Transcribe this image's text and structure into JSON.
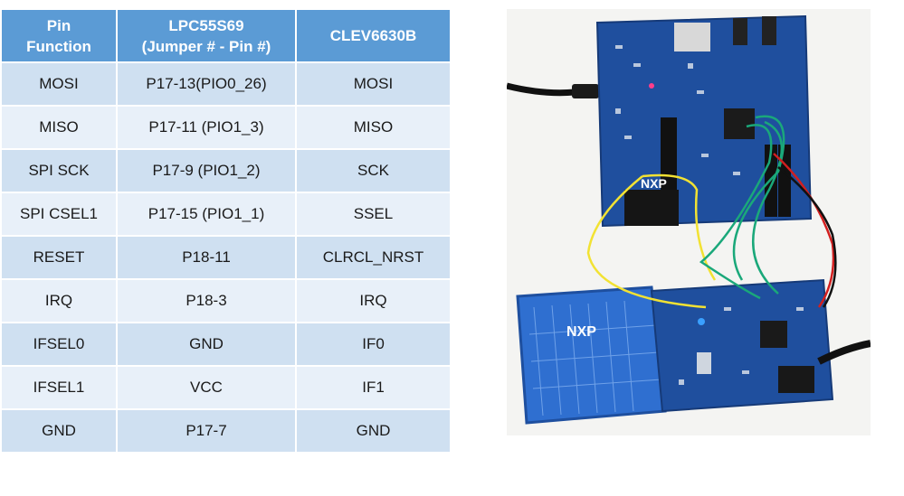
{
  "table": {
    "headers": [
      "Pin\nFunction",
      "LPC55S69\n(Jumper # - Pin #)",
      "CLEV6630B"
    ],
    "rows": [
      [
        "MOSI",
        "P17-13(PIO0_26)",
        "MOSI"
      ],
      [
        "MISO",
        "P17-11 (PIO1_3)",
        "MISO"
      ],
      [
        "SPI SCK",
        "P17-9 (PIO1_2)",
        "SCK"
      ],
      [
        "SPI CSEL1",
        "P17-15 (PIO1_1)",
        "SSEL"
      ],
      [
        "RESET",
        "P18-11",
        "CLRCL_NRST"
      ],
      [
        "IRQ",
        "P18-3",
        "IRQ"
      ],
      [
        "IFSEL0",
        "GND",
        "IF0"
      ],
      [
        "IFSEL1",
        "VCC",
        "IF1"
      ],
      [
        "GND",
        "P17-7",
        "GND"
      ]
    ]
  },
  "photo": {
    "board_logo_top": "NXP",
    "board_logo_bottom": "NXP",
    "colors": {
      "header_fill": "#5b9bd5",
      "row_dark": "#cfe0f1",
      "row_light": "#e8f0f9",
      "board_blue": "#1f4f9e",
      "antenna_blue": "#2f6fd0",
      "wire_yellow": "#f2e233",
      "wire_green": "#1aa87a",
      "wire_red": "#d21f1f",
      "wire_black": "#111111"
    }
  }
}
